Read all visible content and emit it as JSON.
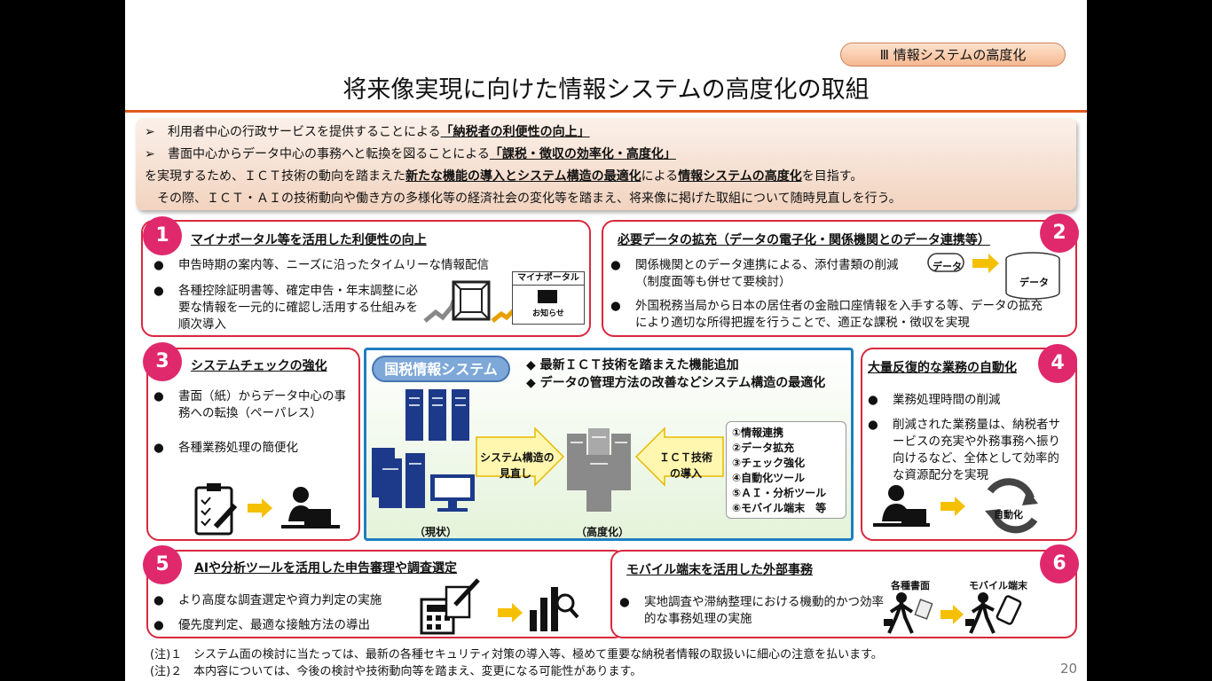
{
  "badge": "Ⅲ 情報システムの高度化",
  "title": "将来像実現に向けた情報システムの高度化の取組",
  "intro": {
    "bullet1_pre": "利用者中心の行政サービスを提供することによる",
    "bullet1_em": "「納税者の利便性の向上」",
    "bullet2_pre": "書面中心からデータ中心の事務へと転換を図ることによる",
    "bullet2_em": "「課税・徴収の効率化・高度化」",
    "line3_a": "を実現するため、ＩＣＴ技術の動向を踏まえた",
    "line3_b": "新たな機能の導入とシステム構造の最適化",
    "line3_c": "による",
    "line3_d": "情報システムの高度化",
    "line3_e": "を目指す。",
    "line4": "　その際、ＩＣＴ・ＡＩの技術動向や働き方の多様化等の経済社会の変化等を踏まえ、将来像に掲げた取組について随時見直しを行う。"
  },
  "bullet_mark": "➢",
  "dot": "●",
  "cards": {
    "c1": {
      "num": "1",
      "title": "マイナポータル等を活用した利便性の向上",
      "b1": "申告時期の案内等、ニーズに沿ったタイムリーな情報配信",
      "b2": "各種控除証明書等、確定申告・年末調整に必要な情報を一元的に確認し活用する仕組みを順次導入",
      "portal_label": "マイナポータル",
      "notice_label": "お知らせ"
    },
    "c2": {
      "num": "2",
      "title": "必要データの拡充（データの電子化・関係機関とのデータ連携等）",
      "b1": "関係機関とのデータ連携による、添付書類の削減（制度面等も併せて要検討）",
      "b2": "外国税務当局から日本の居住者の金融口座情報を入手する等、データの拡充により適切な所得把握を行うことで、適正な課税・徴収を実現",
      "data_small": "データ",
      "data_big": "データ"
    },
    "c3": {
      "num": "3",
      "title": "システムチェックの強化",
      "b1": "書面（紙）からデータ中心の事務への転換（ペーパレス）",
      "b2": "各種業務処理の簡便化"
    },
    "c4": {
      "num": "4",
      "title": "大量反復的な業務の自動化",
      "b1": "業務処理時間の削減",
      "b2": "削減された業務量は、納税者サービスの充実や外務事務へ振り向けるなど、全体として効率的な資源配分を実現",
      "auto_label": "自動化"
    },
    "c5": {
      "num": "5",
      "title": "AIや分析ツールを活用した申告審理や調査選定",
      "b1": "より高度な調査選定や資力判定の実施",
      "b2": "優先度判定、最適な接触方法の導出"
    },
    "c6": {
      "num": "6",
      "title": "モバイル端末を活用した外部事務",
      "b1": "実地調査や滞納整理における機動的かつ効率的な事務処理の実施",
      "docs_label": "各種書面",
      "mobile_label": "モバイル端末"
    }
  },
  "center": {
    "pill": "国税情報システム",
    "point1": "◆ 最新ＩＣＴ技術を踏まえた機能追加",
    "point2": "◆ データの管理方法の改善などシステム構造の最適化",
    "arrow_left_l1": "システム構造の",
    "arrow_left_l2": "見直し",
    "arrow_right_l1": "ＩＣＴ技術",
    "arrow_right_l2": "の導入",
    "caption_current": "（現状）",
    "caption_advanced": "（高度化）",
    "list": [
      "①情報連携",
      "②データ拡充",
      "③チェック強化",
      "④自動化ツール",
      "⑤ＡＩ・分析ツール",
      "⑥モバイル端末　等"
    ]
  },
  "notes": {
    "n1": "(注)１　システム面の検討に当たっては、最新の各種セキュリティ対策の導入等、極めて重要な納税者情報の取扱いに細心の注意を払います。",
    "n2": "(注)２　本内容については、今後の検討や技術動向等を踏まえ、変更になる可能性があります。"
  },
  "page_number": "20",
  "colors": {
    "card_border": "#d9283f",
    "number_circle": "#e0286d",
    "center_border": "#1f7fbf",
    "title_rule": "#e05a1e",
    "server": "#1d3a8a",
    "arrow": "#f5c000"
  }
}
